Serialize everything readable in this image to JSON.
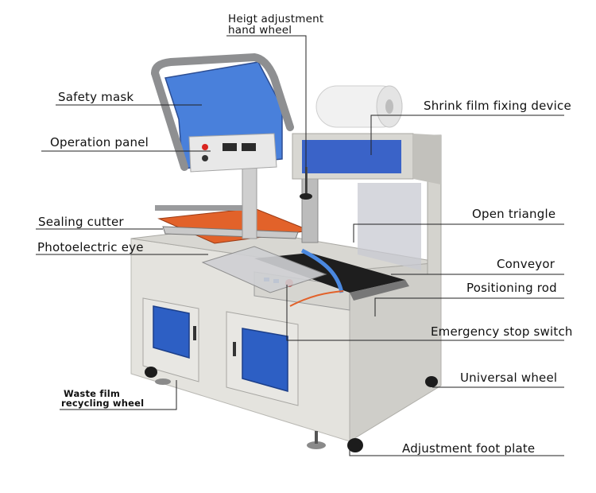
{
  "labels": {
    "heigt": "Heigt adjustment",
    "hand_wheel": "hand wheel",
    "safety_mask": "Safety mask",
    "operation_panel": "Operation panel",
    "shrink_film": "Shrink film fixing device",
    "sealing_cutter": "Sealing cutter",
    "open_triangle": "Open triangle",
    "photoelectric_eye": "Photoelectric eye",
    "conveyor": "Conveyor",
    "positioning_rod": "Positioning rod",
    "emergency_stop": "Emergency stop switch",
    "universal_wheel": "Universal wheel",
    "waste_film": "Waste film",
    "recycling_wheel": "recycling wheel",
    "foot_plate": "Adjustment foot plate"
  },
  "colors": {
    "machine_body": "#e3e2dd",
    "frame_grey": "#8e8f91",
    "blue_panel": "#2f6fd6",
    "window_blue": "#3a63c8",
    "orange": "#e2622a",
    "emergency_red": "#d9241f",
    "line": "#222222"
  },
  "icons": {
    "machine": "packaging-machine-illustration"
  }
}
